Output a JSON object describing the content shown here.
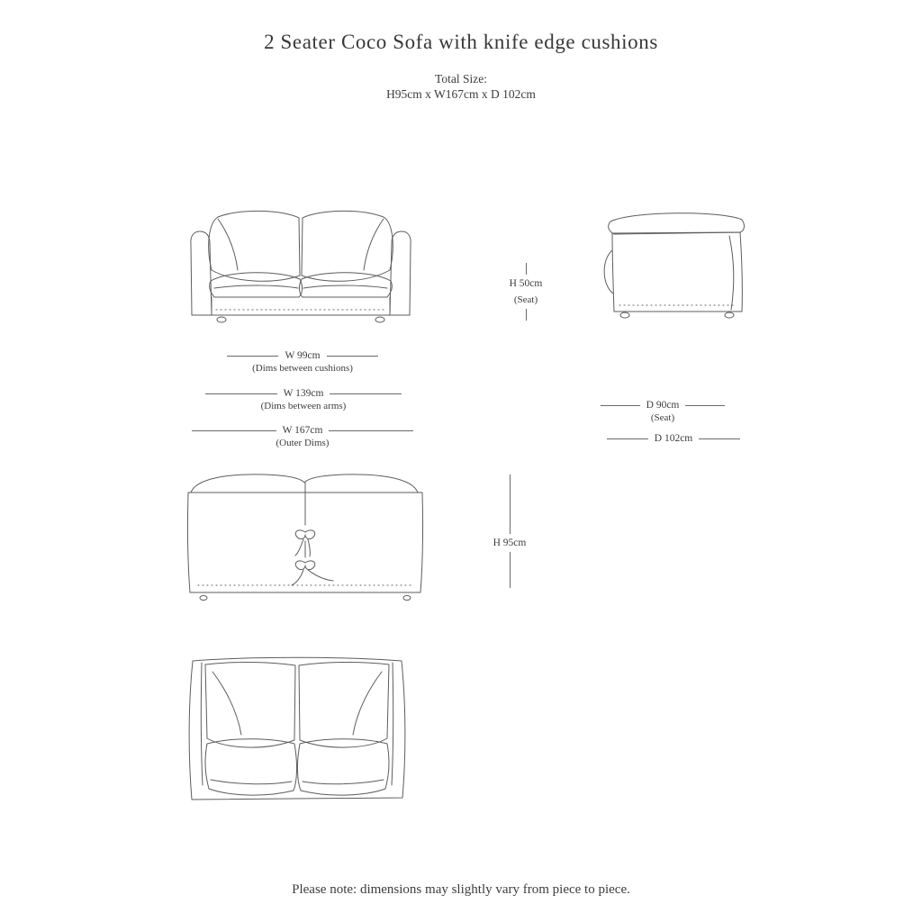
{
  "page": {
    "title": "2 Seater Coco Sofa with knife edge cushions",
    "subtitle_label": "Total Size:",
    "subtitle_value": "H95cm x W167cm x D 102cm",
    "footer_note": "Please note: dimensions may slightly vary from piece to piece."
  },
  "dimensions": {
    "seat_height": {
      "value": "H 50cm",
      "sublabel": "(Seat)"
    },
    "width_between_cushions": {
      "value": "W 99cm",
      "sublabel": "(Dims between cushions)"
    },
    "width_between_arms": {
      "value": "W 139cm",
      "sublabel": "(Dims between arms)"
    },
    "width_outer": {
      "value": "W 167cm",
      "sublabel": "(Outer Dims)"
    },
    "depth_seat": {
      "value": "D 90cm",
      "sublabel": "(Seat)"
    },
    "depth_outer": {
      "value": "D 102cm"
    },
    "overall_height": {
      "value": "H 95cm"
    }
  },
  "views": {
    "front": "sofa-front-view",
    "side": "sofa-side-view",
    "back": "sofa-back-view-with-ties",
    "top": "sofa-top-view"
  },
  "colors": {
    "background": "#ffffff",
    "text": "#3d3d3d",
    "line": "#5d5d5d"
  }
}
